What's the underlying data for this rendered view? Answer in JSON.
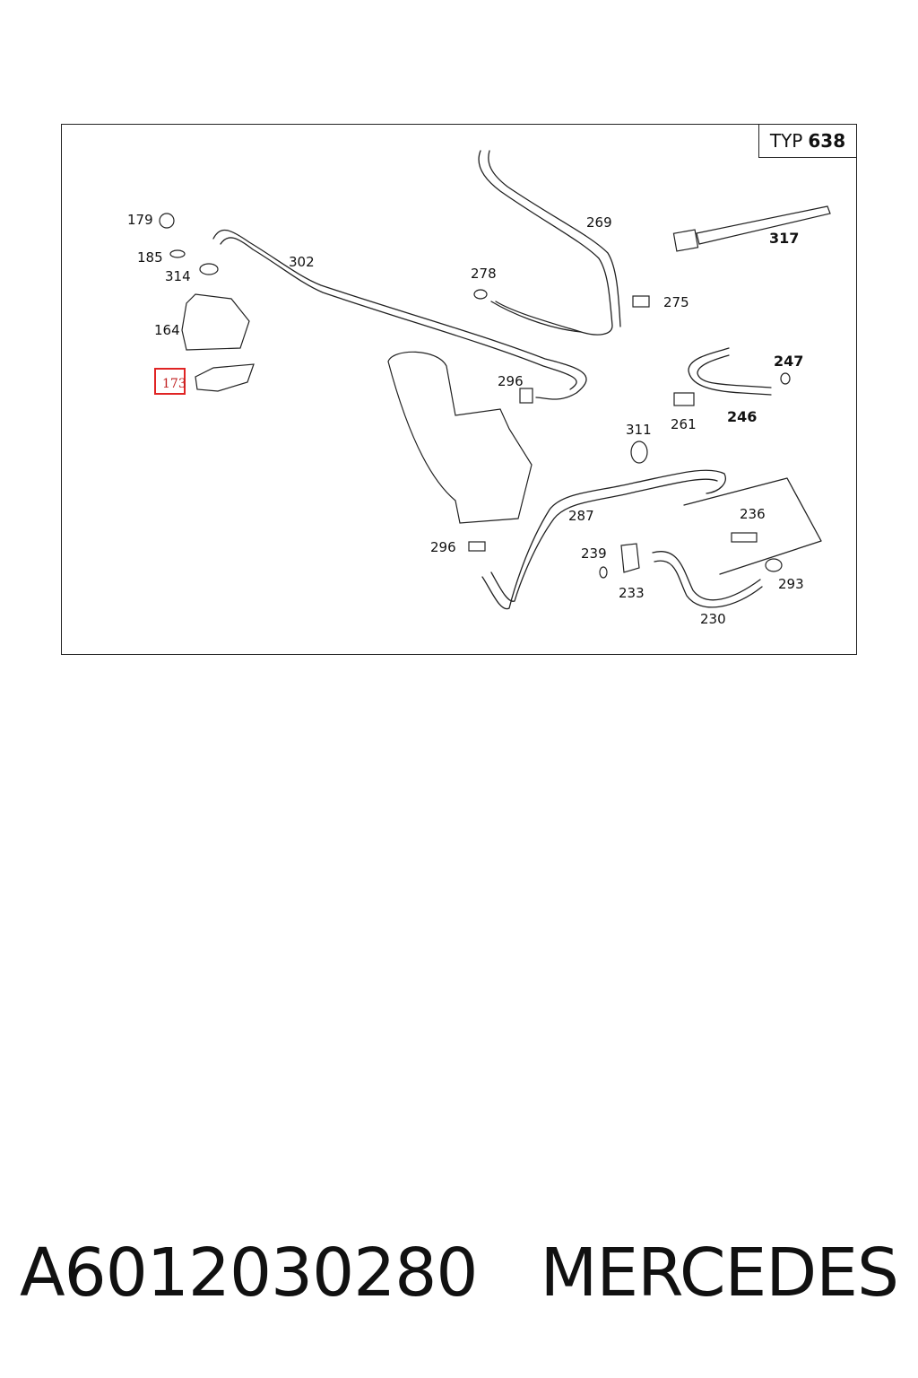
{
  "diagram": {
    "type_prefix": "TYP",
    "type_number": "638",
    "highlighted_part": "173",
    "labels": {
      "p179": "179",
      "p185": "185",
      "p314": "314",
      "p164": "164",
      "p302": "302",
      "p269": "269",
      "p278": "278",
      "p275": "275",
      "p317": "317",
      "p296a": "296",
      "p247": "247",
      "p261": "261",
      "p246": "246",
      "p311": "311",
      "p287": "287",
      "p236": "236",
      "p296b": "296",
      "p239": "239",
      "p233": "233",
      "p293": "293",
      "p230": "230"
    }
  },
  "footer": {
    "part_number": "A6012030280",
    "brand": "MERCEDES"
  }
}
